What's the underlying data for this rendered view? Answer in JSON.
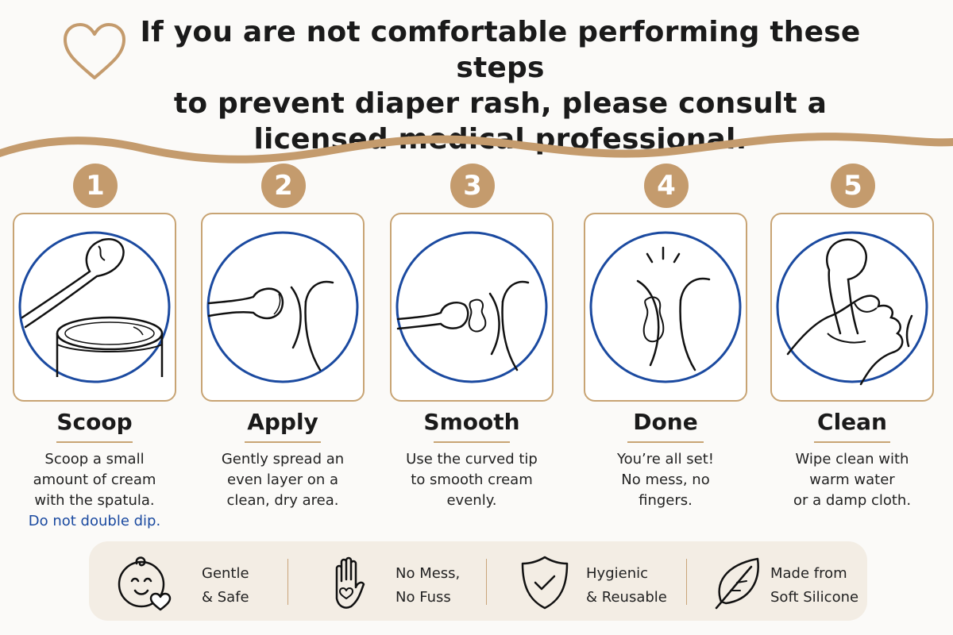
{
  "headline": {
    "lines": [
      "If you are not comfortable performing these steps",
      "to prevent diaper rash, please consult a",
      "licensed medical professional."
    ]
  },
  "colors": {
    "accent": "#c49b6d",
    "circle_outline": "#1b4aa0",
    "note": "#1b4aa0",
    "panel": "#f3ede4"
  },
  "steps": [
    {
      "number": "1",
      "title": "Scoop",
      "icon": "scoop-jar-icon",
      "desc": [
        "Scoop a small",
        "amount of cream",
        "with the spatula."
      ],
      "note": "Do not double dip."
    },
    {
      "number": "2",
      "title": "Apply",
      "icon": "apply-spatula-icon",
      "desc": [
        "Gently spread an",
        "even layer on a",
        "clean, dry area."
      ]
    },
    {
      "number": "3",
      "title": "Smooth",
      "icon": "smooth-cream-icon",
      "desc": [
        "Use the curved tip",
        "to smooth cream",
        "evenly."
      ]
    },
    {
      "number": "4",
      "title": "Done",
      "icon": "done-sparkle-icon",
      "desc": [
        "You’re all set!",
        "No mess, no",
        "fingers."
      ]
    },
    {
      "number": "5",
      "title": "Clean",
      "icon": "clean-wipe-icon",
      "desc": [
        "Wipe clean with",
        "warm water",
        "or a damp cloth."
      ]
    }
  ],
  "features": [
    {
      "icon": "baby-face-icon",
      "line1": "Gentle",
      "line2": "& Safe"
    },
    {
      "icon": "hand-heart-icon",
      "line1": "No Mess,",
      "line2": "No Fuss"
    },
    {
      "icon": "shield-check-icon",
      "line1": "Hygienic",
      "line2": "& Reusable"
    },
    {
      "icon": "leaf-icon",
      "line1": "Made from",
      "line2": "Soft Silicone"
    }
  ]
}
